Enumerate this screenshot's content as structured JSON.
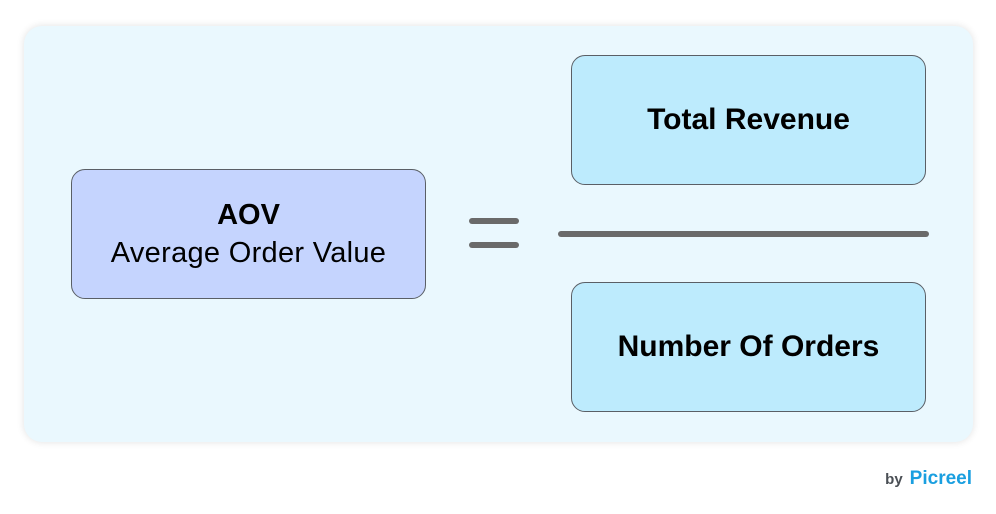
{
  "formula": {
    "left": {
      "title": "AOV",
      "subtitle": "Average Order Value"
    },
    "operator": "equals",
    "numerator": "Total Revenue",
    "denominator": "Number Of Orders"
  },
  "brand": {
    "prefix": "by",
    "name": "Picreel"
  },
  "colors": {
    "panel_background": "#eaf8fe",
    "aov_box": "#c5d4fe",
    "fraction_boxes": "#bdebfd",
    "operator_lines": "#6a6a6a",
    "brand": "#1a9fe0"
  },
  "icons": {
    "operator": "equals-sign-icon"
  }
}
